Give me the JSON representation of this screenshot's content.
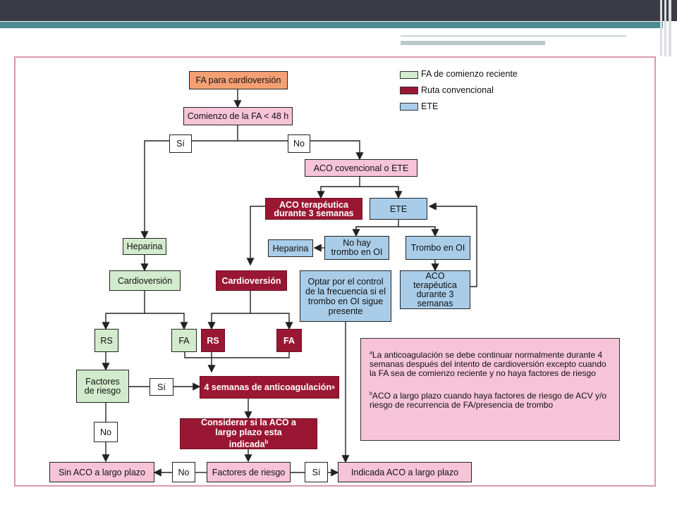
{
  "legend": [
    {
      "label": "FA de comienzo reciente",
      "color": "#d2ebcd"
    },
    {
      "label": "Ruta convencional",
      "color": "#9a1733"
    },
    {
      "label": "ETE",
      "color": "#a9cde9"
    }
  ],
  "nodes": {
    "fa_cardioversion": "FA para cardioversión",
    "comienzo_fa": "Comienzo de la FA < 48 h",
    "si_top": "Sí",
    "no_top": "No",
    "aco_convencional_ete": "ACO covencional o ETE",
    "aco_terapeutica_3sem": "ACO terapéutica durante 3 semanas",
    "ete": "ETE",
    "heparina_green": "Heparina",
    "heparina_blue": "Heparina",
    "no_hay_trombo": "No hay trombo en OI",
    "trombo_oi": "Trombo en OI",
    "cardioversion_green": "Cardioversión",
    "cardioversion_red": "Cardioversión",
    "optar_control": "Optar por el control de la frecuencia si el trombo en OI sigue presente",
    "aco_terapeutica_3sem_blue": "ACO terapéutica durante 3 semanas",
    "rs_green": "RS",
    "fa_green": "FA",
    "rs_red": "RS",
    "fa_red": "FA",
    "factores_riesgo_green": "Factores de riesgo",
    "si_mid": "Sí",
    "cuatro_semanas": "4 semanas de anticoagulación",
    "no_mid": "No",
    "considerar_aco": "Considerar si la ACO a largo plazo esta indicada",
    "sin_aco": "Sin ACO a largo plazo",
    "no_bottom": "No",
    "factores_riesgo_bottom": "Factores de riesgo",
    "si_bottom": "Sí",
    "indicada_aco": "Indicada ACO a largo plazo"
  },
  "superscripts": {
    "a": "a",
    "b": "b"
  },
  "notes": {
    "a": "La anticoagulación se debe continuar normalmente durante 4 semanas después del intento de cardioversión excepto cuando la FA sea de comienzo reciente y no haya factores de riesgo",
    "b": "ACO a largo plazo cuando haya factores de riesgo de ACV y/o riesgo de recurrencia de FA/presencia de trombo"
  }
}
